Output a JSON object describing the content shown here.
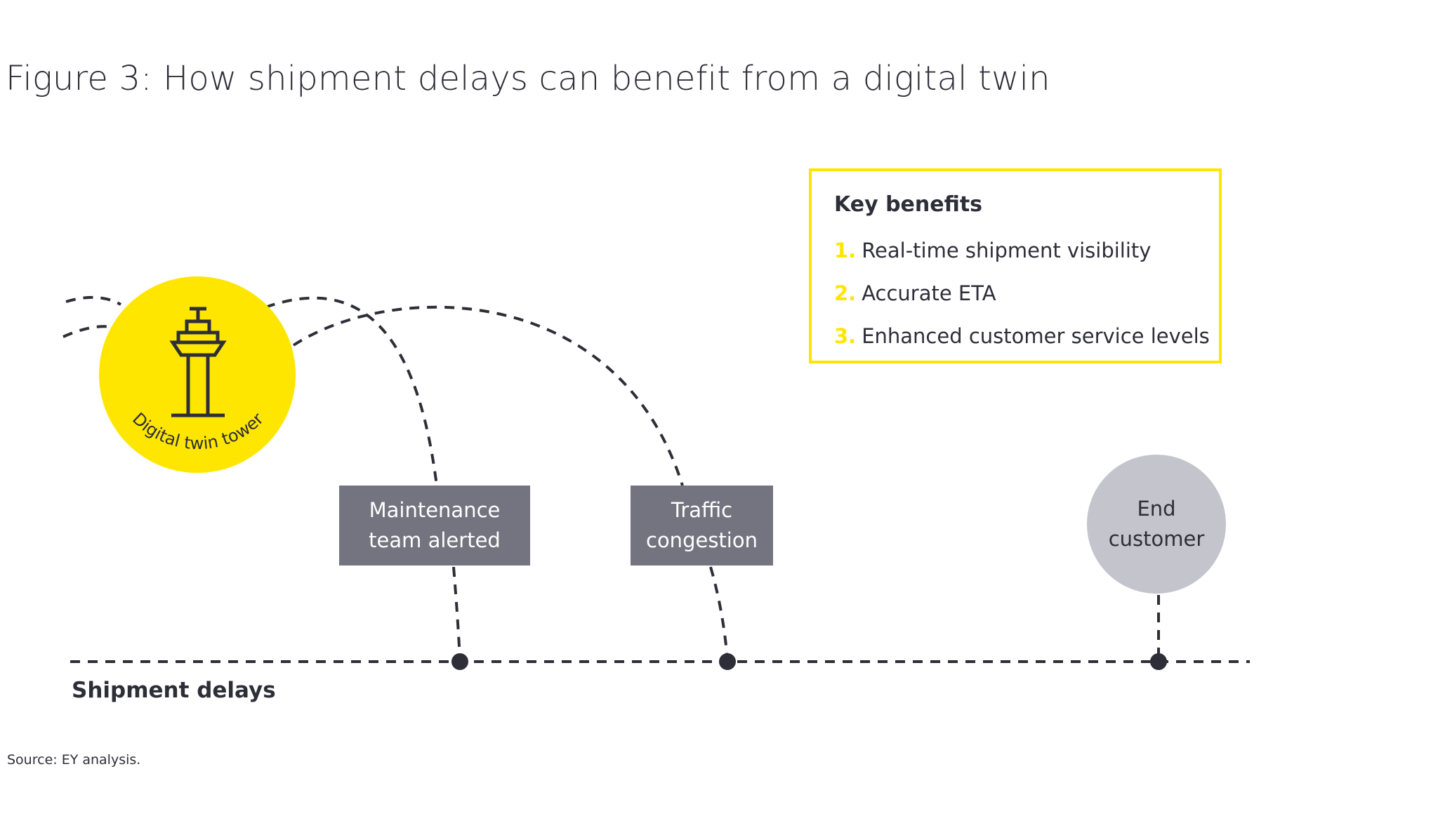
{
  "title": "Figure 3: How shipment delays can benefit from a digital twin",
  "colors": {
    "accent_yellow": "#ffe600",
    "dark_text": "#2e2e38",
    "grey_box": "#747480",
    "light_grey_circle": "#c4c4cd"
  },
  "tower": {
    "label": "Digital twin tower",
    "icon": "control-tower-icon"
  },
  "benefits": {
    "heading": "Key benefits",
    "items": [
      {
        "number": "1.",
        "text": "Real-time shipment visibility"
      },
      {
        "number": "2.",
        "text": "Accurate ETA"
      },
      {
        "number": "3.",
        "text": "Enhanced customer service levels"
      }
    ]
  },
  "events": [
    {
      "line1": "Maintenance",
      "line2": "team alerted"
    },
    {
      "line1": "Traffic",
      "line2": "congestion"
    }
  ],
  "end_customer": {
    "line1": "End",
    "line2": "customer"
  },
  "timeline_label": "Shipment delays",
  "source": "Source: EY analysis."
}
